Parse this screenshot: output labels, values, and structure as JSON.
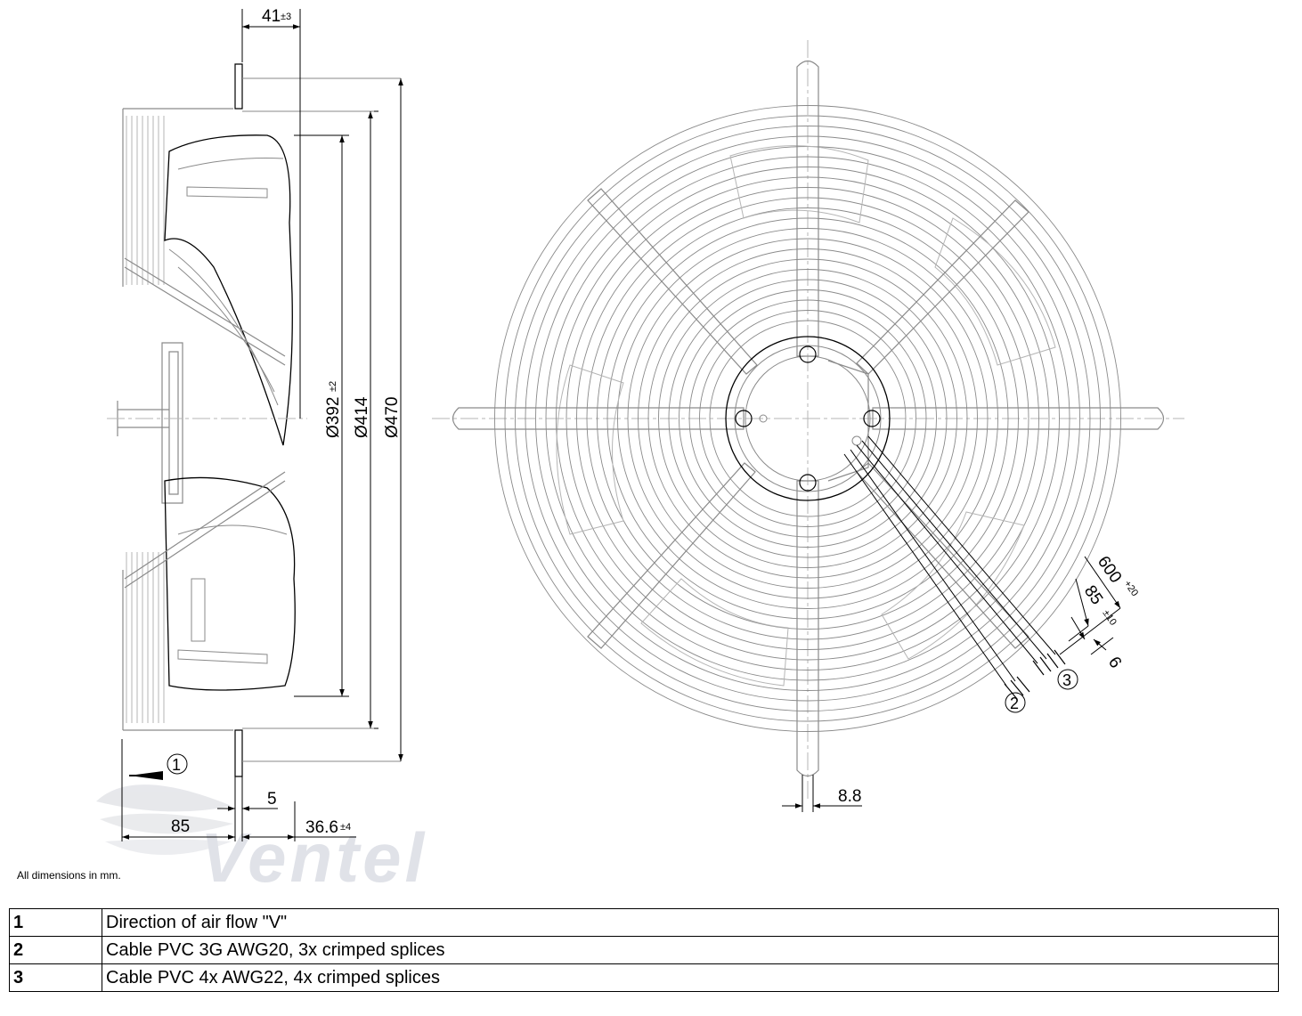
{
  "dimensions": {
    "hub_offset": "41",
    "hub_offset_tol": "±3",
    "d_impeller": "Ø392",
    "d_impeller_tol": "±2",
    "d_nozzle": "Ø414",
    "d_guard": "Ø470",
    "depth_front": "85",
    "flange_thickness": "5",
    "depth_rear": "36.6",
    "depth_rear_tol": "±4",
    "strut_width": "8.8",
    "cable_length": "600",
    "cable_length_tol": "+20",
    "strip_length": "85",
    "strip_length_tol": "±10",
    "wire_end": "6"
  },
  "callouts": [
    "1",
    "2",
    "3"
  ],
  "watermark": "Ventel",
  "note": "All dimensions in mm.",
  "legend": [
    {
      "num": "1",
      "text": "Direction of air flow \"V\""
    },
    {
      "num": "2",
      "text": "Cable PVC 3G AWG20, 3x crimped splices"
    },
    {
      "num": "3",
      "text": "Cable PVC 4x AWG22, 4x crimped splices"
    }
  ],
  "colors": {
    "line": "#000000",
    "drawing_gray": "#8a8a8a",
    "watermark": "#c8ccd6",
    "watermark_accent": "#b9d6ec"
  }
}
